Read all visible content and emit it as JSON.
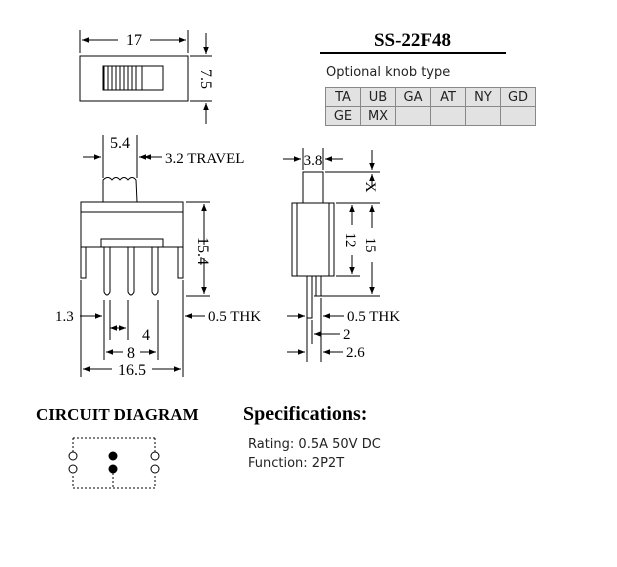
{
  "part_number": "SS-22F48",
  "knob_section": {
    "caption": "Optional knob type",
    "rows": [
      [
        "TA",
        "UB",
        "GA",
        "AT",
        "NY",
        "GD"
      ],
      [
        "GE",
        "MX",
        "",
        "",
        "",
        ""
      ]
    ]
  },
  "dimensions": {
    "top_length": "17",
    "top_height": "7.5",
    "knob_width": "5.4",
    "travel": "3.2 TRAVEL",
    "body_height": "15.4",
    "edge_offset": "1.3",
    "pin_pitch": "4",
    "pin_span": "8",
    "front_width": "16.5",
    "thk_front": "0.5 THK",
    "side_knob": "3.8",
    "side_x": "X",
    "side_12": "12",
    "side_15": "15",
    "thk_side": "0.5 THK",
    "side_2": "2",
    "side_26": "2.6"
  },
  "circuit": {
    "title": "CIRCUIT DIAGRAM"
  },
  "specifications": {
    "title": "Specifications:",
    "rating": "Rating: 0.5A 50V DC",
    "function": "Function: 2P2T"
  }
}
